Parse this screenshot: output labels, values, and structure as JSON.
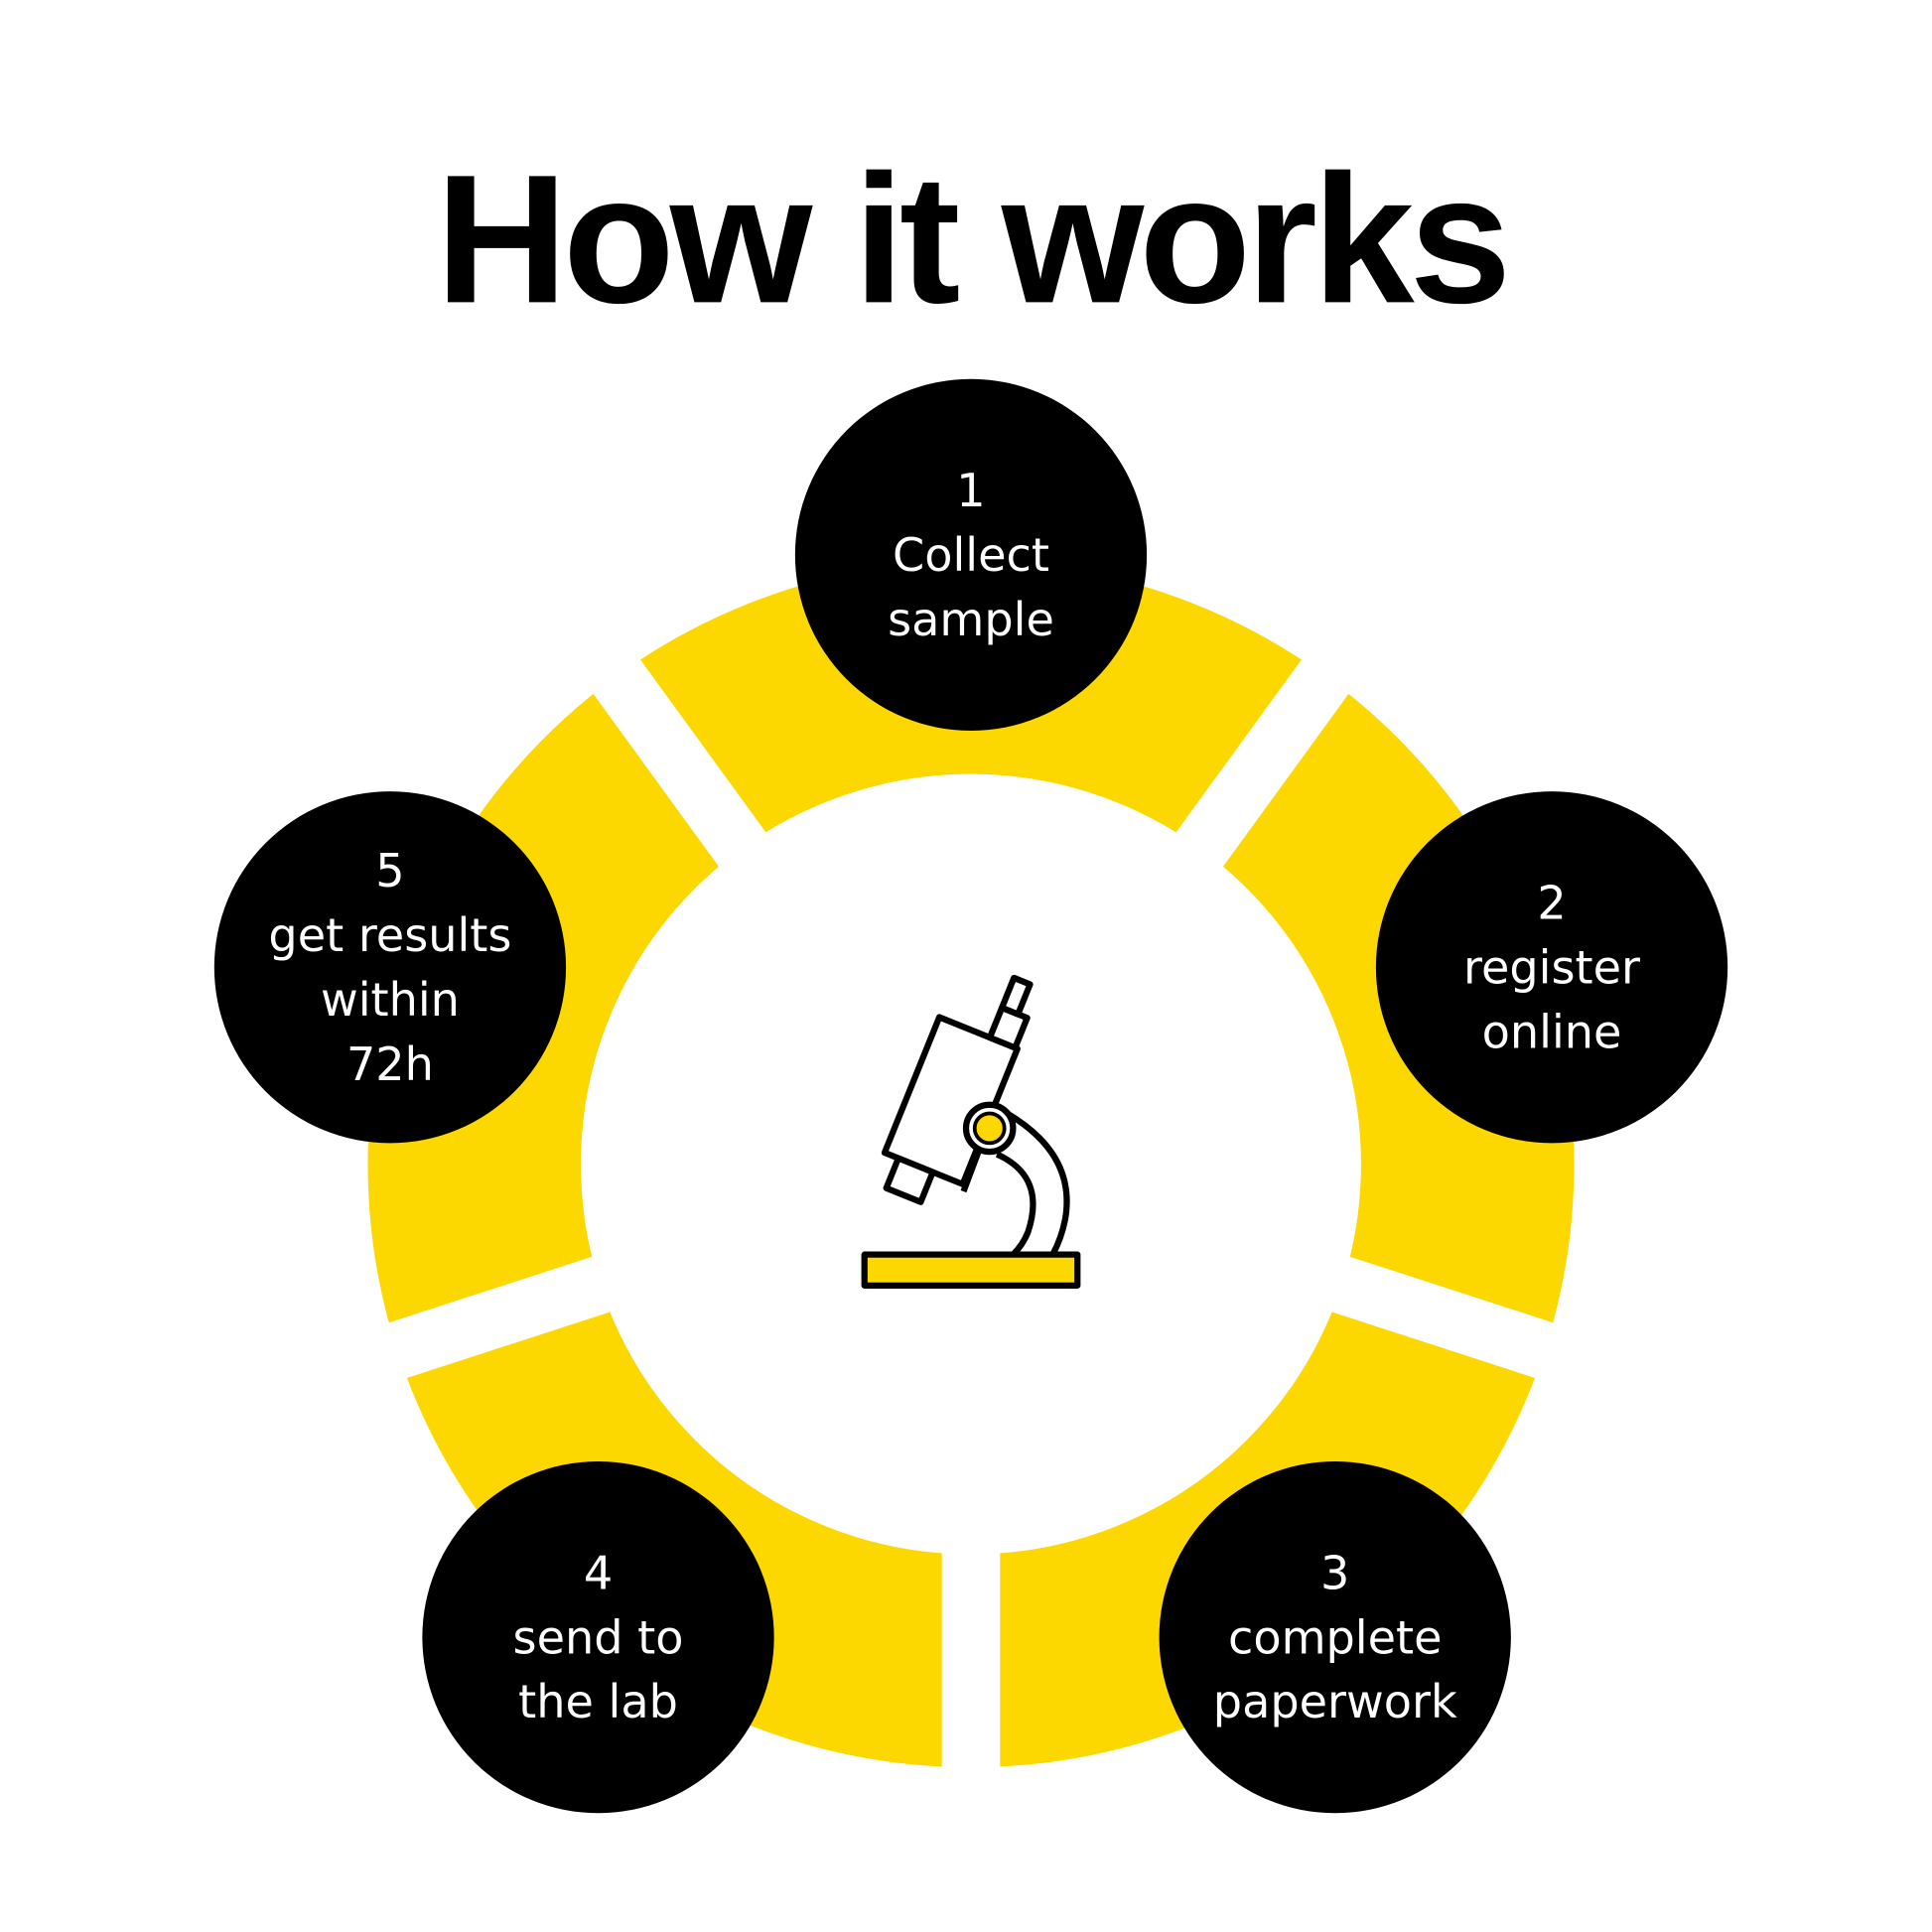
{
  "title": "How it works",
  "colors": {
    "accent": "#FCD700",
    "dark": "#000000",
    "background": "#FFFFFF"
  },
  "center_icon": "microscope-icon",
  "steps": [
    {
      "number": "1",
      "lines": [
        "Collect",
        "sample"
      ]
    },
    {
      "number": "2",
      "lines": [
        "register",
        "online"
      ]
    },
    {
      "number": "3",
      "lines": [
        "complete",
        "paperwork"
      ]
    },
    {
      "number": "4",
      "lines": [
        "send to",
        "the lab"
      ]
    },
    {
      "number": "5",
      "lines": [
        "get results",
        "within",
        "72h"
      ]
    }
  ]
}
